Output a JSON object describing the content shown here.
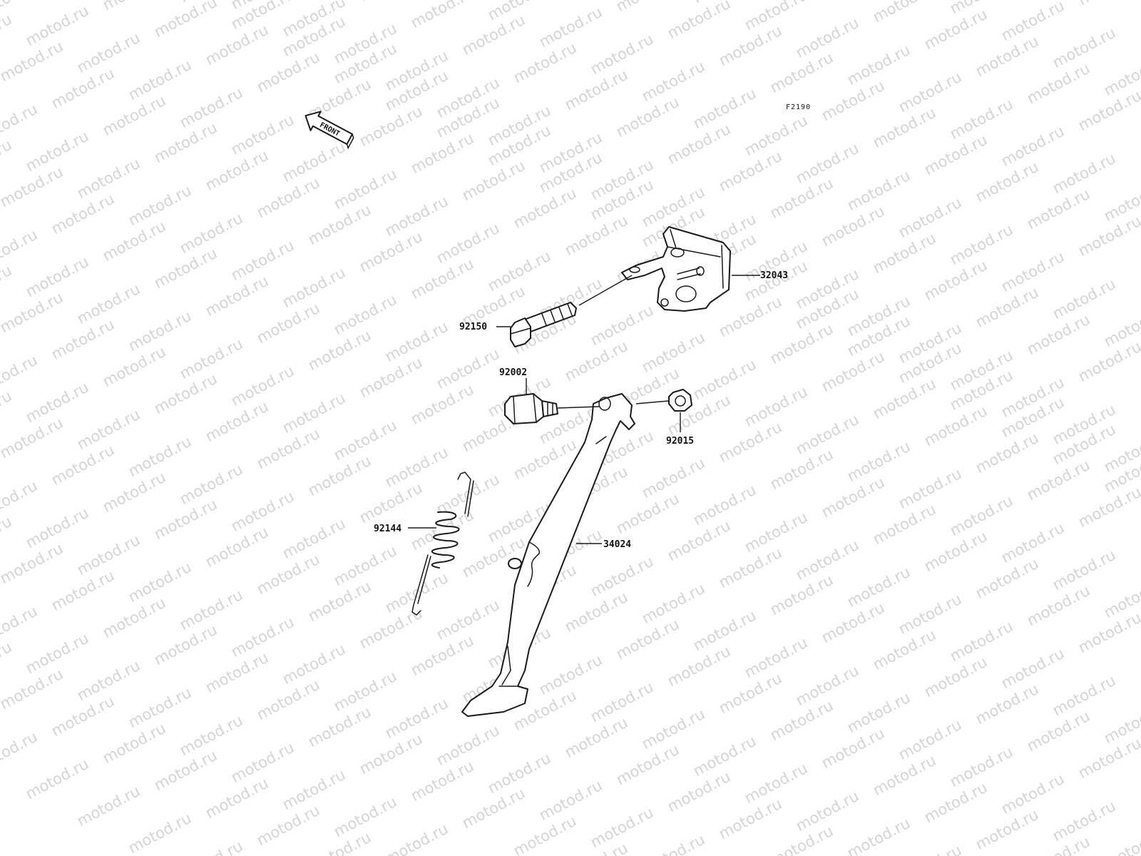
{
  "watermark": {
    "text": "motod.ru",
    "color": "#d4d4d4"
  },
  "figure_code": "F2190",
  "front_arrow": {
    "label": "FRONT",
    "icon": "front-direction-arrow-icon"
  },
  "parts": [
    {
      "id": "bracket",
      "number": "32043"
    },
    {
      "id": "bolt-upper",
      "number": "92150"
    },
    {
      "id": "pivot-bolt",
      "number": "92002"
    },
    {
      "id": "nut",
      "number": "92015"
    },
    {
      "id": "spring",
      "number": "92144"
    },
    {
      "id": "side-stand",
      "number": "34024"
    }
  ]
}
